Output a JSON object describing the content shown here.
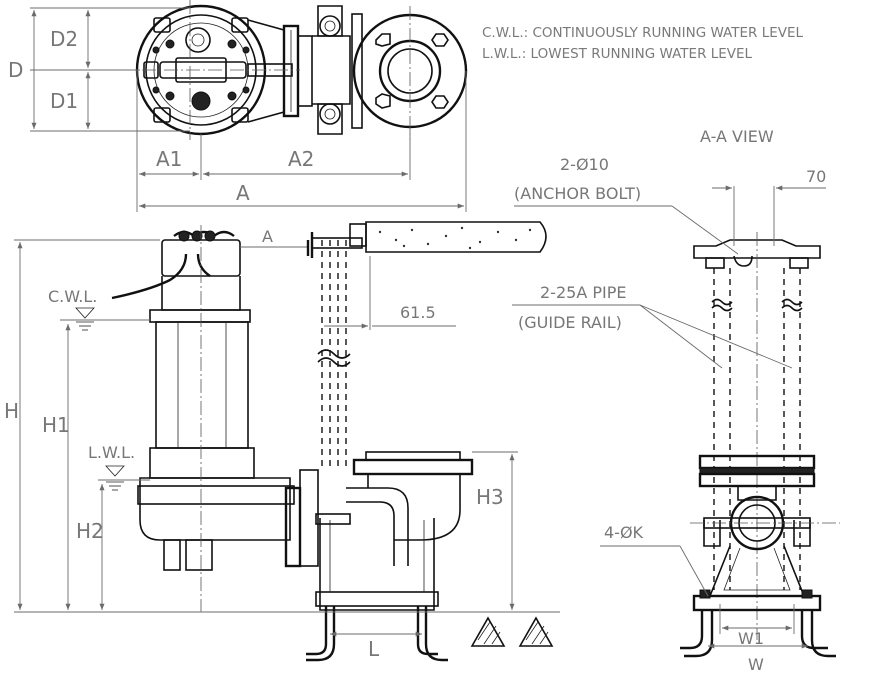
{
  "notes": {
    "cwl": "C.W.L.: CONTINUOUSLY RUNNING WATER LEVEL",
    "lwl": "L.W.L.: LOWEST RUNNING WATER LEVEL"
  },
  "top_view": {
    "d2": "D2",
    "d": "D",
    "d1": "D1",
    "a1": "A1",
    "a2": "A2",
    "a": "A"
  },
  "side_view": {
    "section_marker": "A",
    "cwl": "C.W.L.",
    "lwl": "L.W.L.",
    "h": "H",
    "h1": "H1",
    "h2": "H2",
    "h3": "H3",
    "dim_61_5": "61.5",
    "l": "L"
  },
  "aa_view": {
    "title": "A-A VIEW",
    "bolt_count": "2-Ø10",
    "bolt_desc": "(ANCHOR BOLT)",
    "dim_70": "70",
    "pipe_count": "2-25A PIPE",
    "pipe_desc": "(GUIDE RAIL)",
    "hole_spec": "4-ØK",
    "w1": "W1",
    "w": "W"
  }
}
